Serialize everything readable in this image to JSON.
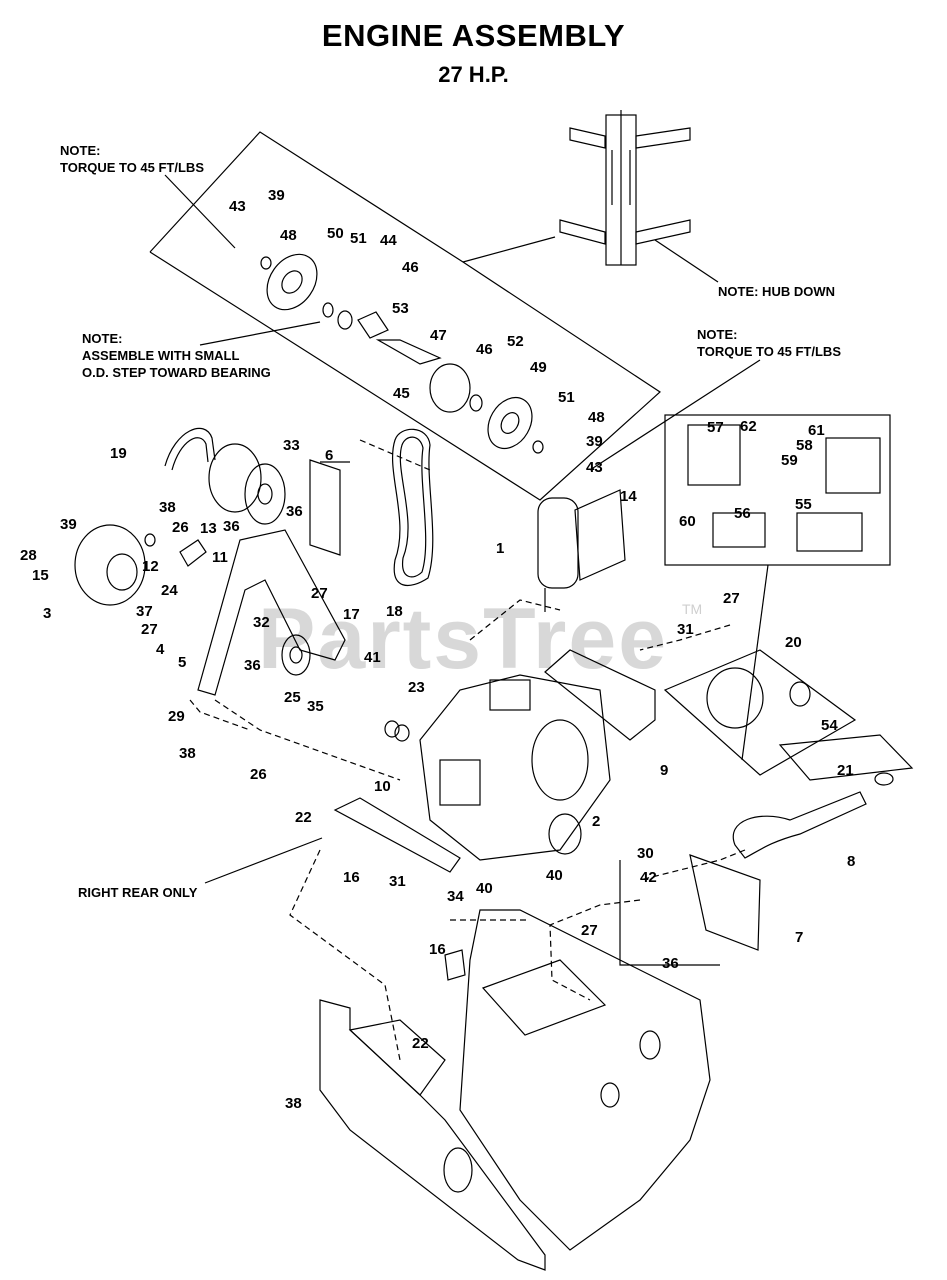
{
  "title": "ENGINE ASSEMBLY",
  "subtitle": "27 H.P.",
  "notes": {
    "torque_left": "NOTE:\nTORQUE TO 45 FT/LBS",
    "assemble": "NOTE:\nASSEMBLE WITH SMALL\nO.D. STEP TOWARD BEARING",
    "hub_down": "NOTE: HUB DOWN",
    "torque_right": "NOTE:\nTORQUE TO 45 FT/LBS",
    "right_rear": "RIGHT REAR ONLY"
  },
  "watermark": {
    "text": "PartsTree",
    "tm": "TM"
  },
  "callouts": [
    {
      "id": "c43a",
      "text": "43"
    },
    {
      "id": "c39a",
      "text": "39"
    },
    {
      "id": "c48a",
      "text": "48"
    },
    {
      "id": "c50",
      "text": "50"
    },
    {
      "id": "c51a",
      "text": "51"
    },
    {
      "id": "c44",
      "text": "44"
    },
    {
      "id": "c46a",
      "text": "46"
    },
    {
      "id": "c53",
      "text": "53"
    },
    {
      "id": "c47",
      "text": "47"
    },
    {
      "id": "c46b",
      "text": "46"
    },
    {
      "id": "c52",
      "text": "52"
    },
    {
      "id": "c45",
      "text": "45"
    },
    {
      "id": "c49",
      "text": "49"
    },
    {
      "id": "c51b",
      "text": "51"
    },
    {
      "id": "c48b",
      "text": "48"
    },
    {
      "id": "c39b",
      "text": "39"
    },
    {
      "id": "c43b",
      "text": "43"
    },
    {
      "id": "c19",
      "text": "19"
    },
    {
      "id": "c33",
      "text": "33"
    },
    {
      "id": "c6",
      "text": "6"
    },
    {
      "id": "c36a",
      "text": "36"
    },
    {
      "id": "c14",
      "text": "14"
    },
    {
      "id": "c1",
      "text": "1"
    },
    {
      "id": "c38a",
      "text": "38"
    },
    {
      "id": "c39c",
      "text": "39"
    },
    {
      "id": "c26a",
      "text": "26"
    },
    {
      "id": "c13",
      "text": "13"
    },
    {
      "id": "c36b",
      "text": "36"
    },
    {
      "id": "c28",
      "text": "28"
    },
    {
      "id": "c15",
      "text": "15"
    },
    {
      "id": "c12",
      "text": "12"
    },
    {
      "id": "c11",
      "text": "11"
    },
    {
      "id": "c24",
      "text": "24"
    },
    {
      "id": "c3",
      "text": "3"
    },
    {
      "id": "c37",
      "text": "37"
    },
    {
      "id": "c27a",
      "text": "27"
    },
    {
      "id": "c4",
      "text": "4"
    },
    {
      "id": "c32",
      "text": "32"
    },
    {
      "id": "c17",
      "text": "17"
    },
    {
      "id": "c27b",
      "text": "27"
    },
    {
      "id": "c18",
      "text": "18"
    },
    {
      "id": "c31a",
      "text": "31"
    },
    {
      "id": "c27c",
      "text": "27"
    },
    {
      "id": "c5",
      "text": "5"
    },
    {
      "id": "c36c",
      "text": "36"
    },
    {
      "id": "c41",
      "text": "41"
    },
    {
      "id": "c25",
      "text": "25"
    },
    {
      "id": "c35",
      "text": "35"
    },
    {
      "id": "c29",
      "text": "29"
    },
    {
      "id": "c23",
      "text": "23"
    },
    {
      "id": "c38b",
      "text": "38"
    },
    {
      "id": "c26b",
      "text": "26"
    },
    {
      "id": "c9",
      "text": "9"
    },
    {
      "id": "c57",
      "text": "57"
    },
    {
      "id": "c62",
      "text": "62"
    },
    {
      "id": "c61",
      "text": "61"
    },
    {
      "id": "c58",
      "text": "58"
    },
    {
      "id": "c59",
      "text": "59"
    },
    {
      "id": "c60",
      "text": "60"
    },
    {
      "id": "c56",
      "text": "56"
    },
    {
      "id": "c55",
      "text": "55"
    },
    {
      "id": "c20",
      "text": "20"
    },
    {
      "id": "c54",
      "text": "54"
    },
    {
      "id": "c21",
      "text": "21"
    },
    {
      "id": "c8",
      "text": "8"
    },
    {
      "id": "c10",
      "text": "10"
    },
    {
      "id": "c22a",
      "text": "22"
    },
    {
      "id": "c2",
      "text": "2"
    },
    {
      "id": "c16a",
      "text": "16"
    },
    {
      "id": "c31b",
      "text": "31"
    },
    {
      "id": "c34",
      "text": "34"
    },
    {
      "id": "c40a",
      "text": "40"
    },
    {
      "id": "c40b",
      "text": "40"
    },
    {
      "id": "c30",
      "text": "30"
    },
    {
      "id": "c42",
      "text": "42"
    },
    {
      "id": "c7",
      "text": "7"
    },
    {
      "id": "c36d",
      "text": "36"
    },
    {
      "id": "c27d",
      "text": "27"
    },
    {
      "id": "c16b",
      "text": "16"
    },
    {
      "id": "c22b",
      "text": "22"
    },
    {
      "id": "c38c",
      "text": "38"
    }
  ]
}
